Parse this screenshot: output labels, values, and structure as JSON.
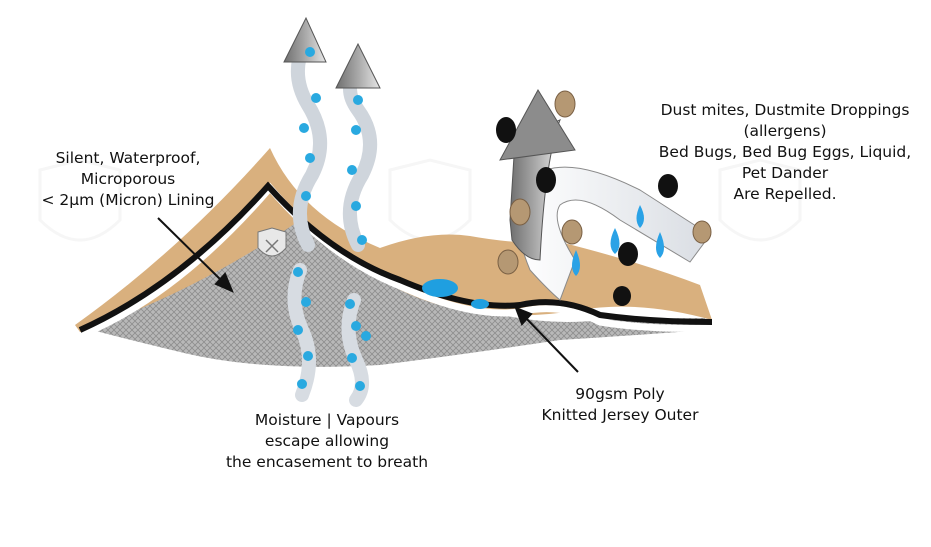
{
  "labels": {
    "lining": [
      "Silent, Waterproof,",
      "Microporous",
      "< 2µm (Micron) Lining"
    ],
    "moisture": [
      "Moisture | Vapours",
      "escape allowing",
      "the encasement to breath"
    ],
    "outer": [
      "90gsm Poly",
      "Knitted Jersey Outer"
    ],
    "allergens": [
      "Dust mites,  Dustmite  Droppings",
      "(allergens)",
      "Bed Bugs, Bed Bug Eggs, Liquid,",
      "Pet Dander",
      "Are Repelled."
    ]
  },
  "colors": {
    "fabric_tan": "#d9b07e",
    "membrane_black": "#111111",
    "mesh_grey": "#a9a9a9",
    "droplet_blue": "#29a9e0",
    "arrow_grey": "#8c8c8c"
  },
  "icons": [
    "shield-crest-icon",
    "up-arrow-icon",
    "deflect-arrow-icon",
    "water-droplet-icon",
    "bed-bug-icon",
    "dust-mite-icon"
  ]
}
